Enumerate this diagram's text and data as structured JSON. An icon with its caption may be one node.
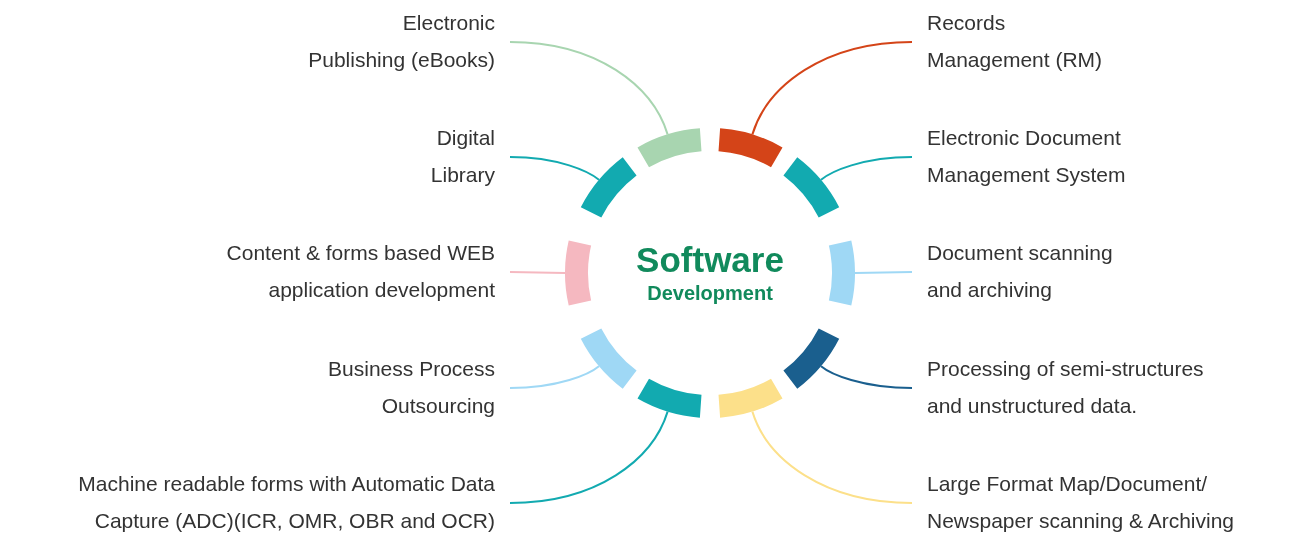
{
  "diagram": {
    "nodes": [
      {
        "text": [
          "Software",
          "Development"
        ]
      },
      {
        "text": [
          "Electronic Publishing (eBooks)"
        ]
      },
      {
        "text": [
          "Digital Library"
        ]
      },
      {
        "text": [
          "Content & forms based WEB application development"
        ]
      },
      {
        "text": [
          "Business Process Outsourcing"
        ]
      },
      {
        "text": [
          "Machine readable forms with Automatic Data Capture (ADC)(ICR, OMR, OBR and OCR)"
        ]
      },
      {
        "text": [
          "Records Management (RM)"
        ]
      },
      {
        "text": [
          "Electronic Document Management System"
        ]
      },
      {
        "text": [
          "Document scanning and archiving"
        ]
      },
      {
        "text": [
          "Processing of semi-structures and unstructured data."
        ]
      },
      {
        "text": [
          "Large Format Map/Document/ Newspaper scanning & Archiving"
        ]
      },
      {
        "text": [],
        "shape": "arc"
      },
      {
        "text": [],
        "shape": "arc"
      },
      {
        "text": [],
        "shape": "arc"
      },
      {
        "text": [],
        "shape": "arc"
      },
      {
        "text": [],
        "shape": "arc"
      },
      {
        "text": [],
        "shape": "arc"
      },
      {
        "text": [],
        "shape": "arc"
      },
      {
        "text": [],
        "shape": "arc"
      },
      {
        "text": [],
        "shape": "arc"
      },
      {
        "text": [],
        "shape": "arc"
      }
    ],
    "edges": [
      {
        "from": 1,
        "to": 11,
        "arrow": "none",
        "color": "#a8d5b0"
      },
      {
        "from": 2,
        "to": 12,
        "arrow": "none",
        "color": "#12aab0"
      },
      {
        "from": 3,
        "to": 13,
        "arrow": "none",
        "color": "#f5b8c0"
      },
      {
        "from": 4,
        "to": 14,
        "arrow": "none",
        "color": "#9fd8f5"
      },
      {
        "from": 5,
        "to": 15,
        "arrow": "none",
        "color": "#12aab0"
      },
      {
        "from": 6,
        "to": 16,
        "arrow": "none",
        "color": "#d44418"
      },
      {
        "from": 7,
        "to": 17,
        "arrow": "none",
        "color": "#12aab0"
      },
      {
        "from": 8,
        "to": 18,
        "arrow": "none",
        "color": "#9fd8f5"
      },
      {
        "from": 9,
        "to": 19,
        "arrow": "none",
        "color": "#1a5f8e"
      },
      {
        "from": 10,
        "to": 20,
        "arrow": "none",
        "color": "#fce08a"
      }
    ]
  }
}
